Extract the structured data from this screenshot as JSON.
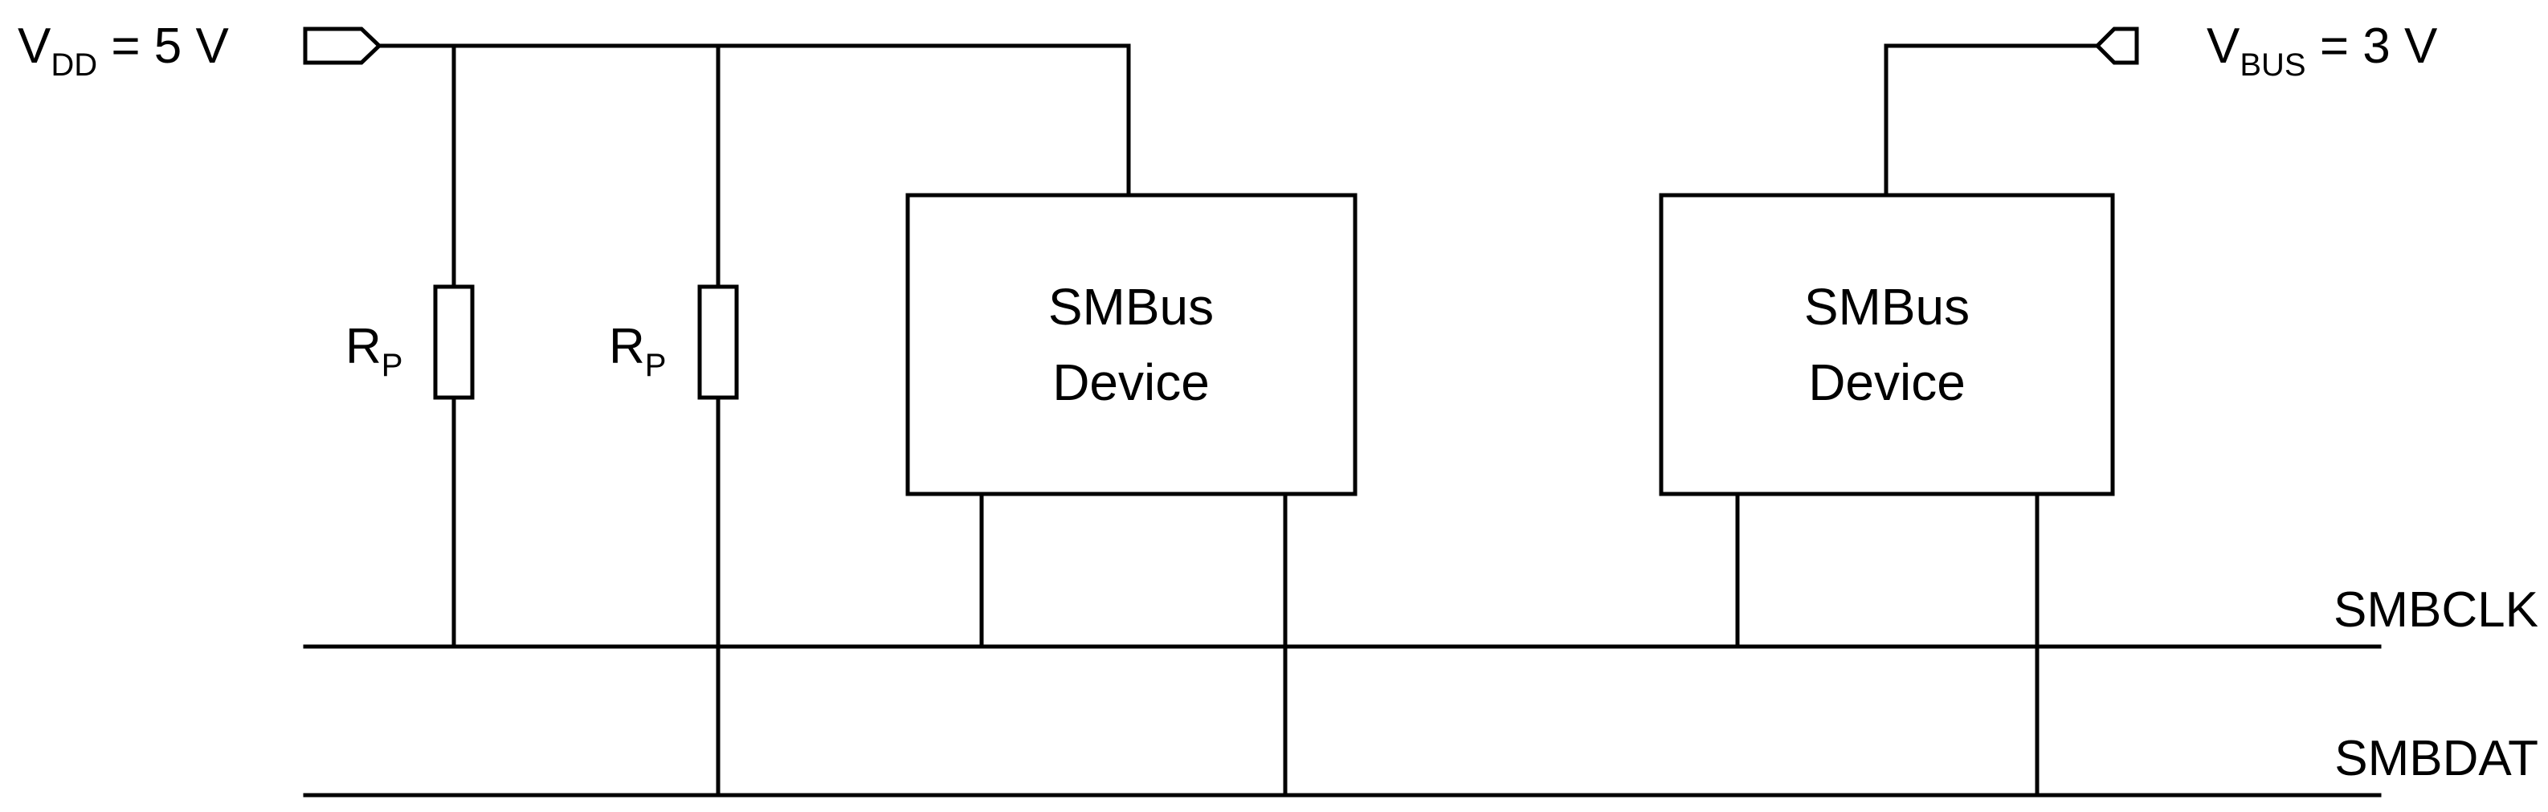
{
  "supply_left": {
    "main": "V",
    "sub": "DD",
    "rest": " = 5 V"
  },
  "supply_right": {
    "main": "V",
    "sub": "BUS",
    "rest": " = 3 V"
  },
  "resistors": [
    {
      "main": "R",
      "sub": "P"
    },
    {
      "main": "R",
      "sub": "P"
    }
  ],
  "devices": [
    {
      "line1": "SMBus",
      "line2": "Device"
    },
    {
      "line1": "SMBus",
      "line2": "Device"
    }
  ],
  "buses": {
    "clock": "SMBCLK",
    "data": "SMBDAT"
  },
  "colors": {
    "line": "#000000",
    "background": "#ffffff"
  }
}
